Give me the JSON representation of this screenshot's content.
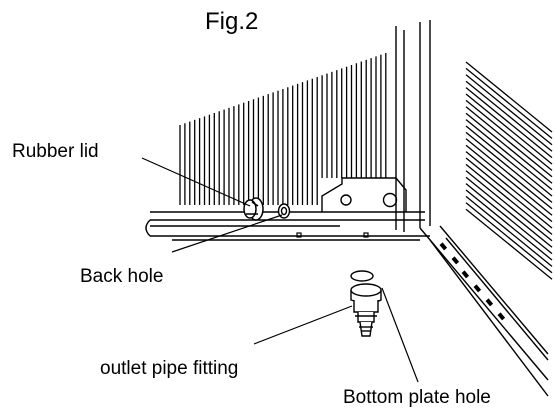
{
  "figure": {
    "title": "Fig.2"
  },
  "labels": {
    "rubber_lid": "Rubber lid",
    "back_hole": "Back hole",
    "outlet_pipe_fitting": "outlet pipe fitting",
    "bottom_plate_hole": "Bottom plate hole"
  },
  "colors": {
    "ink": "#000000",
    "paper": "#ffffff"
  }
}
